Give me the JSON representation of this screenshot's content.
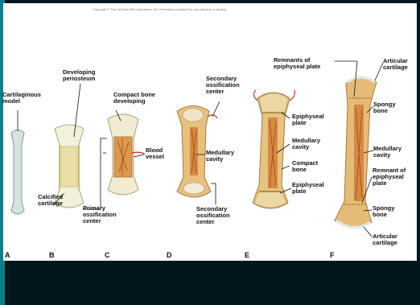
{
  "copyright": "Copyright © The McGraw-Hill Companies, Inc. Permission required for reproduction or display.",
  "stage_letters": [
    "A",
    "B",
    "C",
    "D",
    "E",
    "F"
  ],
  "labels": {
    "cartilaginous_model": [
      "Cartilaginous",
      "model"
    ],
    "developing_periosteum": [
      "Developing",
      "periosteum"
    ],
    "compact_bone_developing": [
      "Compact bone",
      "developing"
    ],
    "calcified_cartilage": [
      "Calcified",
      "cartilage"
    ],
    "primary_ossification_center": [
      "Primary",
      "ossification",
      "center"
    ],
    "blood_vessel": [
      "Blood",
      "vessel"
    ],
    "secondary_ossification_center_top": [
      "Secondary",
      "ossification",
      "center"
    ],
    "medullary_cavity_d": [
      "Medullary",
      "cavity"
    ],
    "secondary_ossification_center_bottom": [
      "Secondary",
      "ossification",
      "center"
    ],
    "epiphyseal_plate_e_top": [
      "Epiphyseal",
      "plate"
    ],
    "medullary_cavity_e": [
      "Medullary",
      "cavity"
    ],
    "compact_bone_e": [
      "Compact",
      "bone"
    ],
    "epiphyseal_plate_e_bottom": [
      "Epiphyseal",
      "plate"
    ],
    "remnants_epiphyseal_plate_top": [
      "Remnants of",
      "epiphyseal plate"
    ],
    "articular_cartilage_top": [
      "Articular",
      "cartilage"
    ],
    "spongy_bone_top": [
      "Spongy",
      "bone"
    ],
    "medullary_cavity_f": [
      "Medullary",
      "cavity"
    ],
    "remnant_epiphyseal_plate_bottom": [
      "Remnant of",
      "epiphyseal",
      "plate"
    ],
    "spongy_bone_bottom": [
      "Spongy",
      "bone"
    ],
    "articular_cartilage_bottom": [
      "Articular",
      "cartilage"
    ]
  }
}
